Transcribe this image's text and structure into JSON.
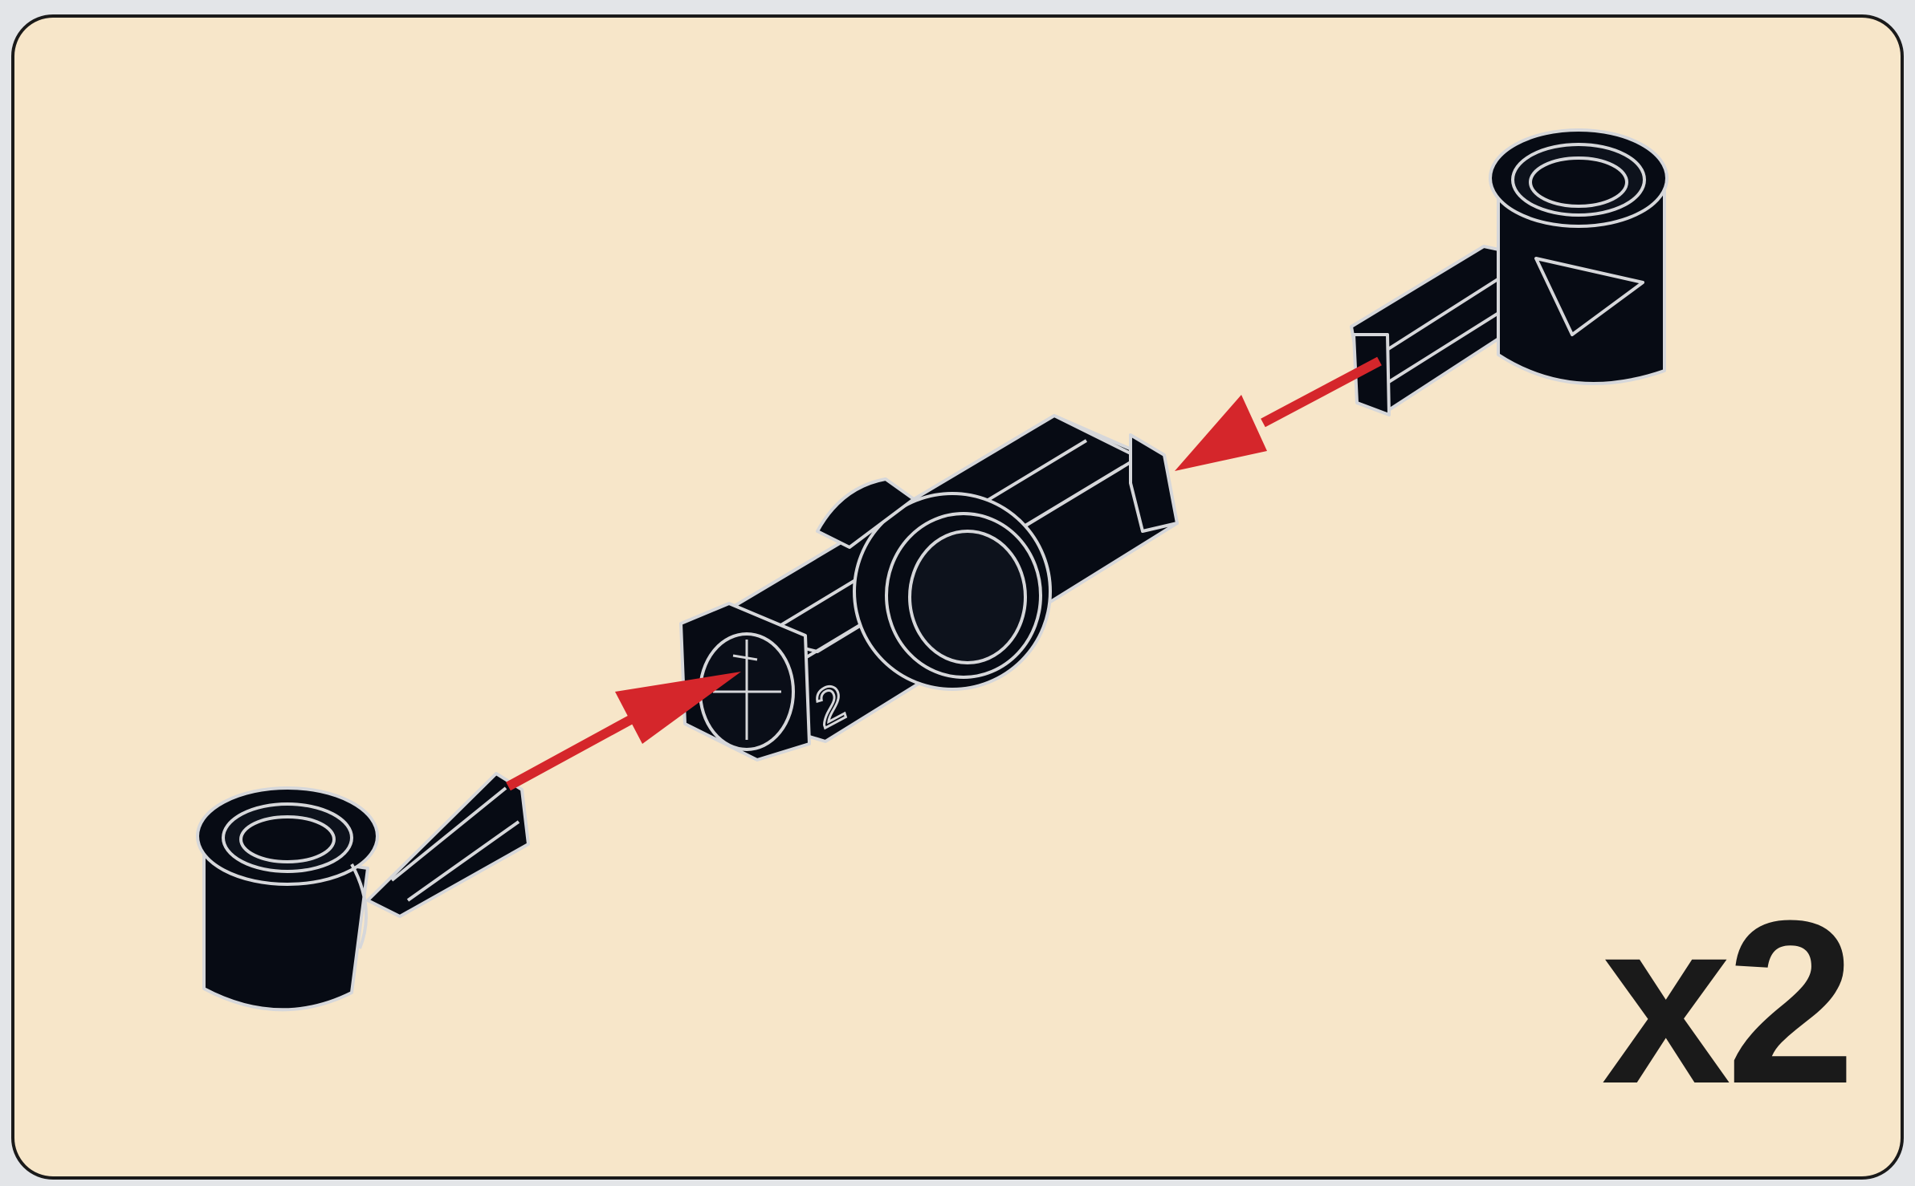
{
  "step": {
    "quantity_label": "x2",
    "part_number_mark": "2"
  },
  "parts": [
    {
      "name": "angle-connector-left",
      "icon": "axle-pin-connector-icon"
    },
    {
      "name": "axle-connector-center",
      "icon": "angle-connector-2-icon"
    },
    {
      "name": "angle-connector-right",
      "icon": "axle-pin-connector-icon"
    }
  ],
  "colors": {
    "panel_background": "#f7e6c9",
    "part": "#070b14",
    "outline": "#d6d7da",
    "arrow": "#d5262b",
    "frame_border": "#1a1a1a"
  }
}
